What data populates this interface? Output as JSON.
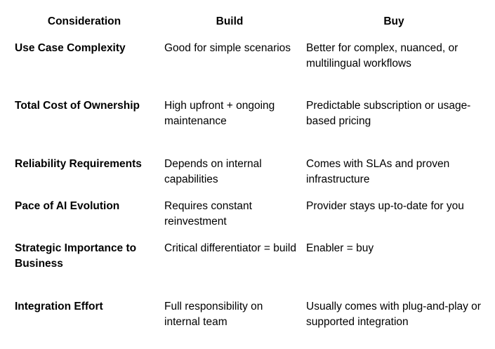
{
  "table": {
    "headers": {
      "consideration": "Consideration",
      "build": "Build",
      "buy": "Buy"
    },
    "rows": [
      {
        "consideration": "Use Case Complexity",
        "build": "Good for simple scenarios",
        "buy": "Better for complex, nuanced, or multilingual workflows"
      },
      {
        "consideration": "Total Cost of Ownership",
        "build": "High upfront + ongoing maintenance",
        "buy": "Predictable subscription or usage-based pricing"
      },
      {
        "consideration": "Reliability Requirements",
        "build": "Depends on internal capabilities",
        "buy": "Comes with SLAs and proven infrastructure"
      },
      {
        "consideration": "Pace of AI Evolution",
        "build": "Requires constant reinvestment",
        "buy": "Provider stays up-to-date for you"
      },
      {
        "consideration": "Strategic Importance to Business",
        "build": "Critical differentiator = build",
        "buy": "Enabler = buy"
      },
      {
        "consideration": "Integration Effort",
        "build": "Full responsibility on internal team",
        "buy": "Usually comes with plug-and-play or supported integration"
      }
    ]
  }
}
